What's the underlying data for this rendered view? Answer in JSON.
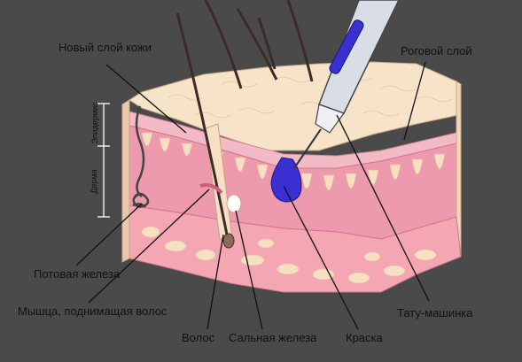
{
  "labels": {
    "new_skin_layer": "Новый слой кожи",
    "stratum_corneum": "Роговой слой",
    "epidermis": "Эпидермис",
    "dermis": "Дерма",
    "sweat_gland": "Потовая железа",
    "arrector_muscle": "Мышца, поднимащая волос",
    "hair": "Волос",
    "sebaceous_gland": "Сальная железа",
    "ink": "Краска",
    "tattoo_machine": "Тату-машинка"
  },
  "colors": {
    "background": "#4a4a4a",
    "epidermis_top": "#f7e3c8",
    "epidermis_side": "#f3d7b7",
    "dermis_pink": "#ee9aae",
    "fat_layer": "#f4a7b3",
    "ink": "#3a2fd0",
    "machine_body": "#d9dde6",
    "line": "#111111"
  }
}
